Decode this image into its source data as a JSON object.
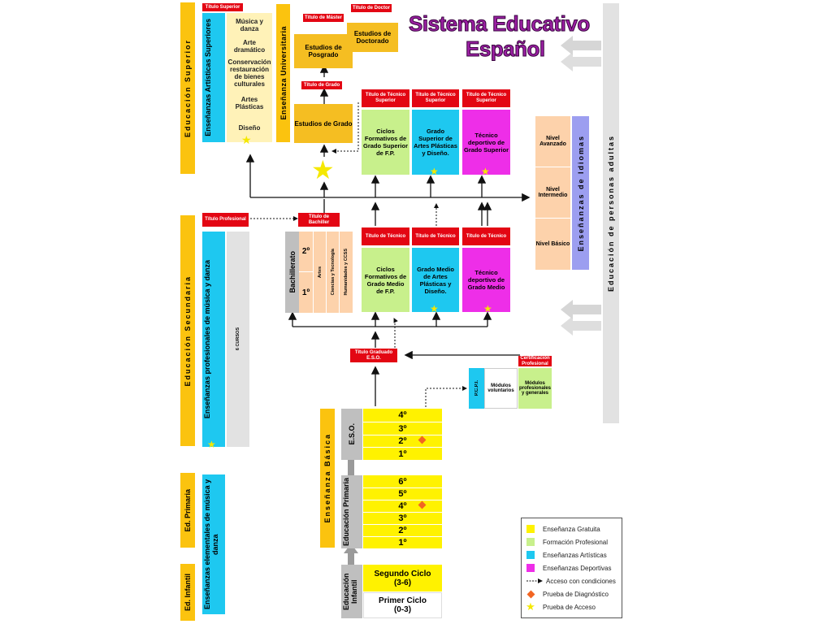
{
  "title": {
    "line1": "Sistema Educativo",
    "line2": "Español"
  },
  "left_bands": {
    "superior": "Educación Superior",
    "secundaria": "Educación Secundaria",
    "primaria": "Ed. Primaria",
    "infantil": "Ed. Infantil"
  },
  "artisticas_superiores": {
    "badge": "Título Superior",
    "bar_label": "Enseñanzas Artísticas Superiores",
    "items": [
      "Música y danza",
      "Arte dramático",
      "Conservación restauración de bienes culturales",
      "Artes Plásticas",
      "Diseño"
    ]
  },
  "universitaria": {
    "band": "Enseñanza Universitaria",
    "titulo_master": "Título de Máster",
    "titulo_doctor": "Título de Doctor",
    "posgrado": "Estudios de Posgrado",
    "doctorado": "Estudios de Doctorado",
    "titulo_grado": "Título de Grado",
    "grado": "Estudios de Grado"
  },
  "superior_boxes": [
    {
      "badge": "Título de Técnico Superior",
      "text": "Ciclos Formativos de Grado Superior de F.P."
    },
    {
      "badge": "Título de Técnico Superior",
      "text": "Grado Superior de Artes Plásticas y Diseño."
    },
    {
      "badge": "Título de Técnico Superior",
      "text": "Técnico deportivo de Grado Superior"
    }
  ],
  "medio_boxes": [
    {
      "badge": "Título de Técnico",
      "text": "Ciclos Formativos de Grado Medio de F.P."
    },
    {
      "badge": "Título de Técnico",
      "text": "Grado Medio de Artes Plásticas y Diseño."
    },
    {
      "badge": "Título de Técnico",
      "text": "Técnico deportivo de Grado Medio"
    }
  ],
  "idiomas": {
    "band": "Enseñanzas de Idiomas",
    "levels": [
      "Nivel Avanzado",
      "Nivel Intermedio",
      "Nivel Básico"
    ]
  },
  "adultos": "Educación de personas adultas",
  "bachillerato": {
    "badge": "Título de Bachiller",
    "label": "Bachillerato",
    "years": [
      "2º",
      "1º"
    ],
    "modalidades": [
      "Artes",
      "Ciencias y Tecnología",
      "Humanidades y CCSS"
    ]
  },
  "profesionales": {
    "badge": "Título Profesional",
    "bar_label": "Enseñanzas profesionales de música y danza",
    "cursos": "6 CURSOS"
  },
  "elementales": "Enseñanzas elementales de música y danza",
  "eso_badge": "Título Graduado E.S.O.",
  "pcpi": {
    "label": "P.C.P.I.",
    "voluntarios": "Módulos voluntarios",
    "cert_badge": "Certificación Profesional",
    "generales": "Módulos profesionales y generales"
  },
  "basica": {
    "band": "Enseñanza Básica",
    "eso_label": "E.S.O.",
    "eso_years": [
      "4º",
      "3º",
      "2º",
      "1º"
    ],
    "primaria_label": "Educación Primaria",
    "primaria_years": [
      "6º",
      "5º",
      "4º",
      "3º",
      "2º",
      "1º"
    ],
    "infantil_label": "Educación Infantil",
    "segundo_ciclo": "Segundo Ciclo",
    "segundo_range": "(3-6)",
    "primer_ciclo": "Primer Ciclo",
    "primer_range": "(0-3)"
  },
  "legend": [
    {
      "label": "Enseñanza Gratuita",
      "color": "#fff200"
    },
    {
      "label": "Formación Profesional",
      "color": "#c8f08c"
    },
    {
      "label": "Enseñanzas Artísticas",
      "color": "#1ec8f0"
    },
    {
      "label": "Enseñanzas Deportivas",
      "color": "#ee2ee8"
    },
    {
      "label": "Acceso con condiciones",
      "icon": "dotted-arrow-icon"
    },
    {
      "label": "Prueba de Diagnóstico",
      "icon": "diamond-icon",
      "color": "#f26522"
    },
    {
      "label": "Prueba de Acceso",
      "icon": "star-icon",
      "color": "#f5e800"
    }
  ],
  "colors": {
    "band": "#fbc30f",
    "artisticas": "#1ec8f0",
    "cream": "#fff2b8",
    "universidad": "#f5be22",
    "fp": "#c8f08c",
    "deportivas": "#ee2ee8",
    "idiomas_peach": "#fdd2ab",
    "idiomas_band": "#9c9ef0",
    "gratuita": "#fff200",
    "grey": "#bfbfbf",
    "lightgrey": "#e2e2e2",
    "badge": "#e30613"
  }
}
